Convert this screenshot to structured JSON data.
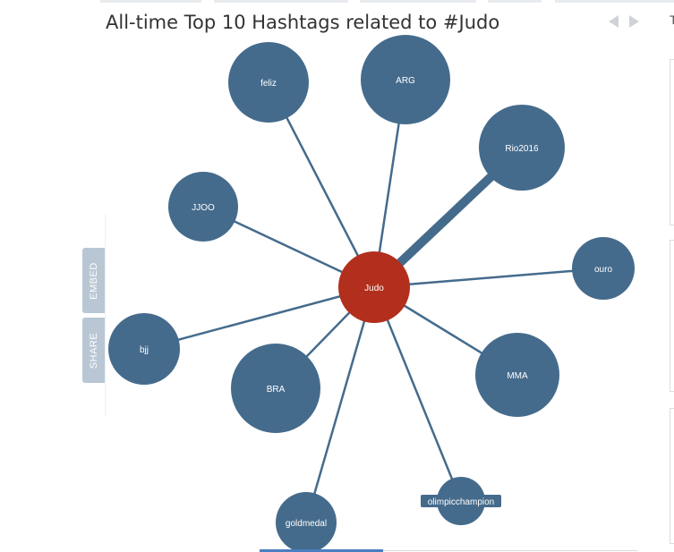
{
  "header": {
    "title": "All-time Top 10 Hashtags related to #Judo",
    "right_mark": "T"
  },
  "side_tabs": {
    "embed_label": "EMBED",
    "share_label": "SHARE"
  },
  "colors": {
    "center_node": "#b12f1c",
    "outer_node": "#456b8c",
    "edge": "#456b8c"
  },
  "graph": {
    "center": {
      "label": "Judo"
    },
    "nodes": [
      {
        "label": "feliz",
        "weight": 1
      },
      {
        "label": "ARG",
        "weight": 1
      },
      {
        "label": "Rio2016",
        "weight": 4
      },
      {
        "label": "JJOO",
        "weight": 1
      },
      {
        "label": "ouro",
        "weight": 1
      },
      {
        "label": "bjj",
        "weight": 1
      },
      {
        "label": "BRA",
        "weight": 1
      },
      {
        "label": "MMA",
        "weight": 1
      },
      {
        "label": "olimpicchampion",
        "weight": 1
      },
      {
        "label": "goldmedal",
        "weight": 1
      }
    ]
  }
}
